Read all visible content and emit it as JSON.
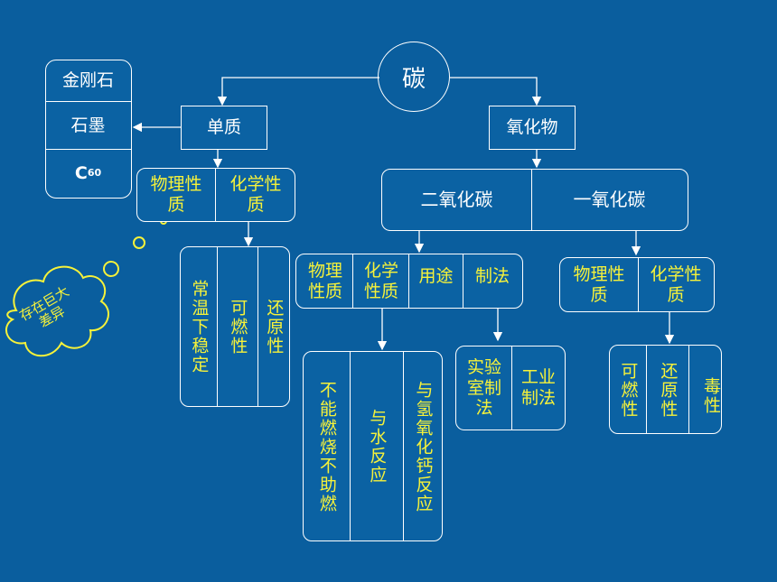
{
  "root": "碳",
  "elemental": {
    "label": "单质",
    "allotropes": {
      "diamond": "金刚石",
      "graphite": "石墨",
      "c60_letter": "C",
      "c60_sub": "60"
    },
    "properties": {
      "physical": "物理性质",
      "chemical": "化学性质"
    },
    "chemical_items": [
      "常温下稳定",
      "可燃性",
      "还原性"
    ]
  },
  "oxides": {
    "label": "氧化物",
    "co2": {
      "label": "二氧化碳",
      "headers": [
        "物理性质",
        "化学性质",
        "用途",
        "制法"
      ],
      "chemical_items": [
        "不能燃烧不助燃",
        "与水反应",
        "与氢氧化钙反应"
      ],
      "preparation": [
        "实验室制法",
        "工业制法"
      ]
    },
    "co": {
      "label": "一氧化碳",
      "headers": [
        "物理性质",
        "化学性质"
      ],
      "chemical_items": [
        "可燃性",
        "还原性",
        "毒性"
      ]
    }
  },
  "cloud_note": "存在巨大差异"
}
